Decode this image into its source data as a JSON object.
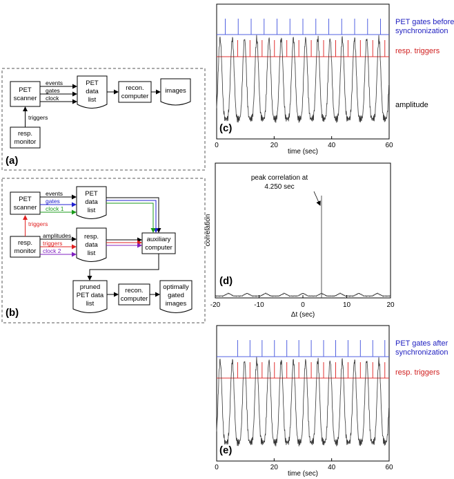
{
  "diagram_a": {
    "panel": "(a)",
    "pet_scanner": [
      "PET",
      "scanner"
    ],
    "pet_data_list": [
      "PET",
      "data",
      "list"
    ],
    "recon_computer": [
      "recon.",
      "computer"
    ],
    "images": "images",
    "resp_monitor": [
      "resp.",
      "monitor"
    ],
    "signals": {
      "events": "events",
      "gates": "gates",
      "clock": "clock",
      "triggers": "triggers"
    }
  },
  "diagram_b": {
    "panel": "(b)",
    "pet_scanner": [
      "PET",
      "scanner"
    ],
    "pet_data_list": [
      "PET",
      "data",
      "list"
    ],
    "resp_monitor": [
      "resp.",
      "monitor"
    ],
    "resp_data_list": [
      "resp.",
      "data",
      "list"
    ],
    "auxiliary_computer": [
      "auxiliary",
      "computer"
    ],
    "pruned_list": [
      "pruned",
      "PET data",
      "list"
    ],
    "recon_computer": [
      "recon.",
      "computer"
    ],
    "gated_images": [
      "optimally",
      "gated",
      "images"
    ],
    "signals": {
      "events": "events",
      "gates": "gates",
      "clock1": "clock 1",
      "triggers": "triggers",
      "amplitudes": "amplitudes",
      "triggers2": "triggers",
      "clock2": "clock 2"
    },
    "colors": {
      "gates": "#2020d0",
      "clock1": "#1a9a1a",
      "triggers": "#e02020",
      "clock2": "#8020c0"
    }
  },
  "plots": {
    "c": {
      "panel": "(c)",
      "xlabel": "time (sec)",
      "xticks": [
        "0",
        "20",
        "40",
        "60"
      ],
      "labels": {
        "gates": [
          "PET gates before",
          "synchronization"
        ],
        "triggers": "resp. triggers",
        "amplitude": "amplitude"
      }
    },
    "d": {
      "panel": "(d)",
      "xlabel": "Δt (sec)",
      "ylabel": "correlation",
      "xticks": [
        "-20",
        "-10",
        "0",
        "10",
        "20"
      ],
      "annotation": [
        "peak correlation at",
        "4.250 sec"
      ]
    },
    "e": {
      "panel": "(e)",
      "xlabel": "time (sec)",
      "xticks": [
        "0",
        "20",
        "40",
        "60"
      ],
      "labels": {
        "gates": [
          "PET gates after",
          "synchronization"
        ],
        "triggers": "resp. triggers"
      }
    }
  },
  "colors": {
    "gates_line": "#5060e0",
    "triggers_line": "#e03030",
    "gates_text": "#2020c0",
    "triggers_text": "#d02020"
  },
  "chart_data": [
    {
      "type": "line",
      "title": "",
      "xlabel": "time (sec)",
      "xlim": [
        0,
        60
      ],
      "series": [
        {
          "name": "PET gates before synchronization",
          "x": [
            3,
            7.5,
            12,
            16.5,
            21,
            25.5,
            30,
            34.5,
            39,
            43.5,
            48,
            52.5,
            57
          ]
        },
        {
          "name": "resp. triggers",
          "x": [
            7.3,
            11.6,
            15.8,
            20.1,
            24.4,
            28.6,
            32.9,
            37.2,
            41.4,
            45.7,
            50,
            54.3,
            58.5
          ]
        },
        {
          "name": "amplitude",
          "period_sec": 4.25,
          "cycles": 14
        }
      ]
    },
    {
      "type": "line",
      "title": "",
      "xlabel": "Δt (sec)",
      "ylabel": "correlation",
      "xlim": [
        -20,
        20
      ],
      "peak_x": 4.25
    },
    {
      "type": "line",
      "title": "",
      "xlabel": "time (sec)",
      "xlim": [
        0,
        60
      ],
      "series": [
        {
          "name": "PET gates after synchronization",
          "x": [
            7.3,
            11.6,
            15.8,
            20.1,
            24.4,
            28.6,
            32.9,
            37.2,
            41.4,
            45.7,
            50,
            54.3,
            58.5
          ]
        },
        {
          "name": "resp. triggers",
          "x": [
            7.3,
            11.6,
            15.8,
            20.1,
            24.4,
            28.6,
            32.9,
            37.2,
            41.4,
            45.7,
            50,
            54.3,
            58.5
          ]
        },
        {
          "name": "amplitude",
          "period_sec": 4.25,
          "cycles": 14
        }
      ]
    }
  ]
}
